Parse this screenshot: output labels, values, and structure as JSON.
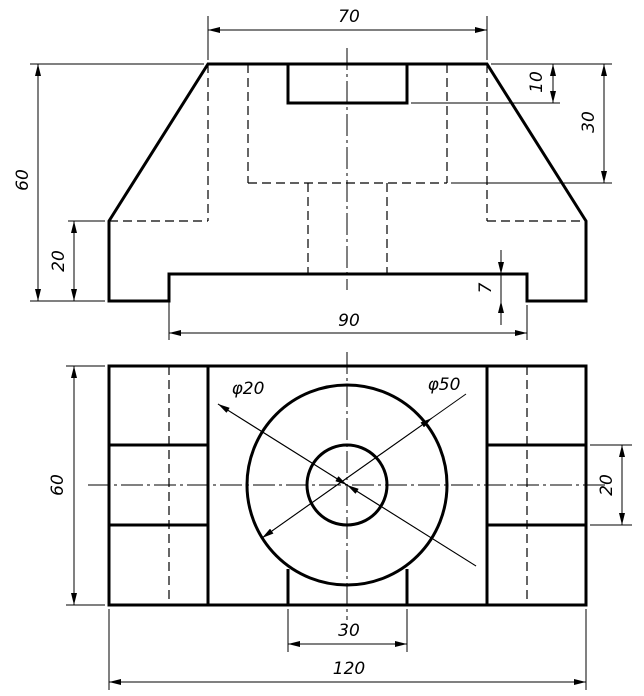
{
  "dimensions": {
    "top_width": "70",
    "height_total": "60",
    "height_base": "20",
    "slot_depth": "10",
    "pocket_depth": "30",
    "base_lip": "7",
    "base_opening": "90",
    "plan_depth": "60",
    "hole_diameter": "φ20",
    "boss_diameter": "φ50",
    "rib_width": "20",
    "slot_width": "30",
    "overall_length": "120"
  }
}
